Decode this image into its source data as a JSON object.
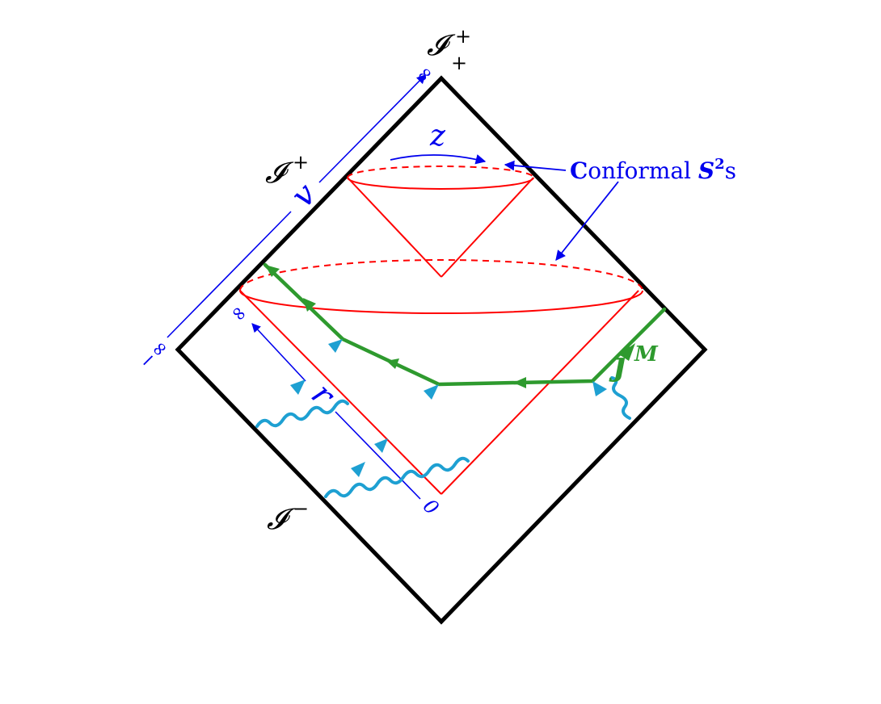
{
  "diagram": {
    "labels": {
      "scri_plus_plus_main": "𝓘",
      "scri_plus_plus_sup": "+",
      "scri_plus_plus_sub": "+",
      "scri_plus_main": "𝓘",
      "scri_plus_sup": "+",
      "scri_minus_main": "𝓘",
      "scri_minus_sup": "−",
      "z": "z",
      "v": "v",
      "r": "r",
      "j_main": "j",
      "j_sup": "M",
      "infinity_v_top": "∞",
      "minus_infinity_v": "−∞",
      "infinity_r_top": "∞",
      "zero_r": "0",
      "conformal_C": "C",
      "conformal_rest": "onformal ",
      "conformal_S": "S",
      "conformal_S_exp": "2",
      "conformal_s": "s"
    },
    "colors": {
      "frame": "#000000",
      "cones": "#ff0000",
      "annotations": "#0000ee",
      "current": "#2e9a2e",
      "photons": "#1ea0d2"
    }
  }
}
